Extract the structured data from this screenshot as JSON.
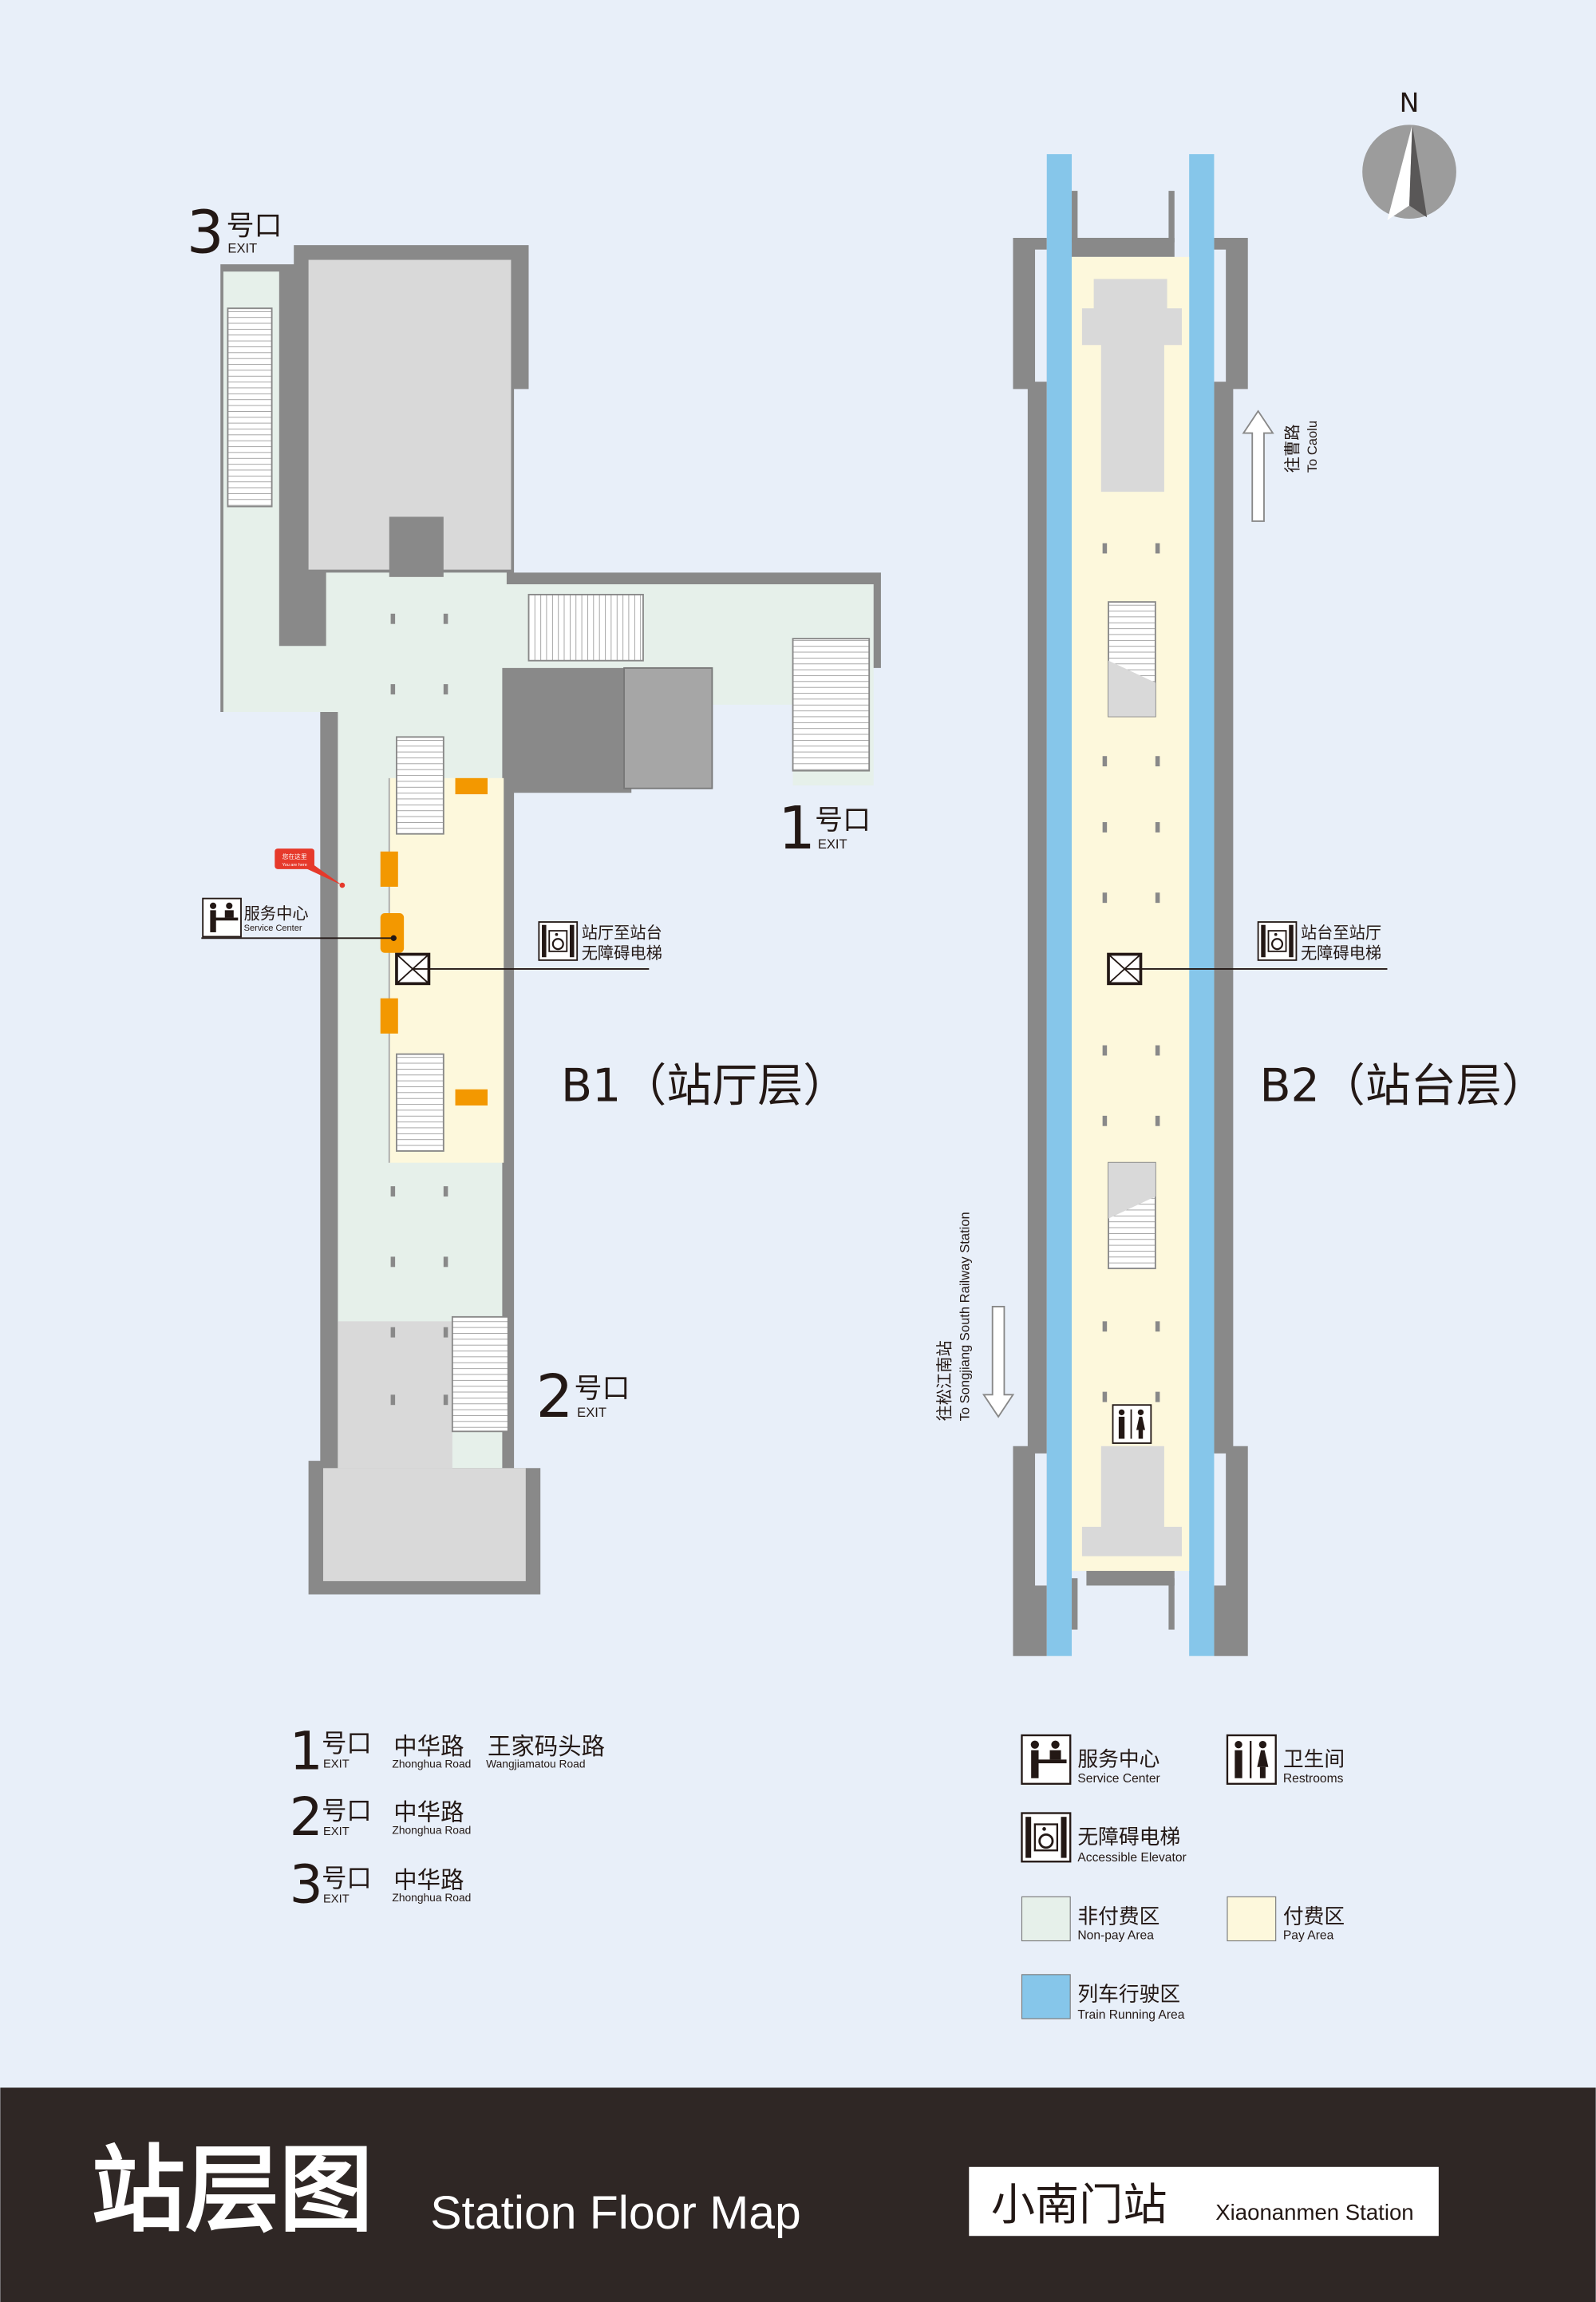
{
  "colors": {
    "background": "#e8eff9",
    "non_pay": "#e6f0ea",
    "pay": "#fdf8dc",
    "train": "#86c6ea",
    "wall": "#898989",
    "footer": "#2f2725",
    "you_are_here": "#e6392b",
    "service": "#f39800"
  },
  "compass": {
    "label": "N"
  },
  "b1": {
    "title": "B1（站厅层）",
    "you_are_here": {
      "cn": "您在这里",
      "en": "You are here"
    },
    "service_center": {
      "cn": "服务中心",
      "en": "Service Center",
      "icon": "service-center-icon"
    },
    "elevator": {
      "line1": "站厅至站台",
      "line2": "无障碍电梯",
      "icon": "accessible-elevator-icon"
    },
    "exits": [
      {
        "num": "3",
        "cn": "号口",
        "en": "EXIT"
      },
      {
        "num": "1",
        "cn": "号口",
        "en": "EXIT"
      },
      {
        "num": "2",
        "cn": "号口",
        "en": "EXIT"
      }
    ]
  },
  "b2": {
    "title": "B2（站台层）",
    "elevator": {
      "line1": "站台至站厅",
      "line2": "无障碍电梯"
    },
    "direction_north": {
      "cn": "往曹路",
      "en": "To Caolu"
    },
    "direction_south": {
      "cn": "往松江南站",
      "en": "To Songjiang South Railway Station"
    }
  },
  "exit_list": [
    {
      "num": "1",
      "cn": "号口",
      "en": "EXIT",
      "roads": [
        {
          "cn": "中华路",
          "en": "Zhonghua Road"
        },
        {
          "cn": "王家码头路",
          "en": "Wangjiamatou Road"
        }
      ]
    },
    {
      "num": "2",
      "cn": "号口",
      "en": "EXIT",
      "roads": [
        {
          "cn": "中华路",
          "en": "Zhonghua Road"
        }
      ]
    },
    {
      "num": "3",
      "cn": "号口",
      "en": "EXIT",
      "roads": [
        {
          "cn": "中华路",
          "en": "Zhonghua Road"
        }
      ]
    }
  ],
  "legend": [
    {
      "cn": "服务中心",
      "en": "Service Center",
      "icon": "service-center-icon"
    },
    {
      "cn": "卫生间",
      "en": "Restrooms",
      "icon": "restroom-icon"
    },
    {
      "cn": "无障碍电梯",
      "en": "Accessible Elevator",
      "icon": "accessible-elevator-icon"
    },
    {
      "cn": "非付费区",
      "en": "Non-pay Area",
      "swatch": "#e6f0ea"
    },
    {
      "cn": "付费区",
      "en": "Pay Area",
      "swatch": "#fdf8dc"
    },
    {
      "cn": "列车行驶区",
      "en": "Train Running Area",
      "swatch": "#86c6ea"
    }
  ],
  "footer": {
    "title_cn": "站层图",
    "title_en": "Station Floor Map",
    "station_cn": "小南门站",
    "station_en": "Xiaonanmen Station"
  }
}
